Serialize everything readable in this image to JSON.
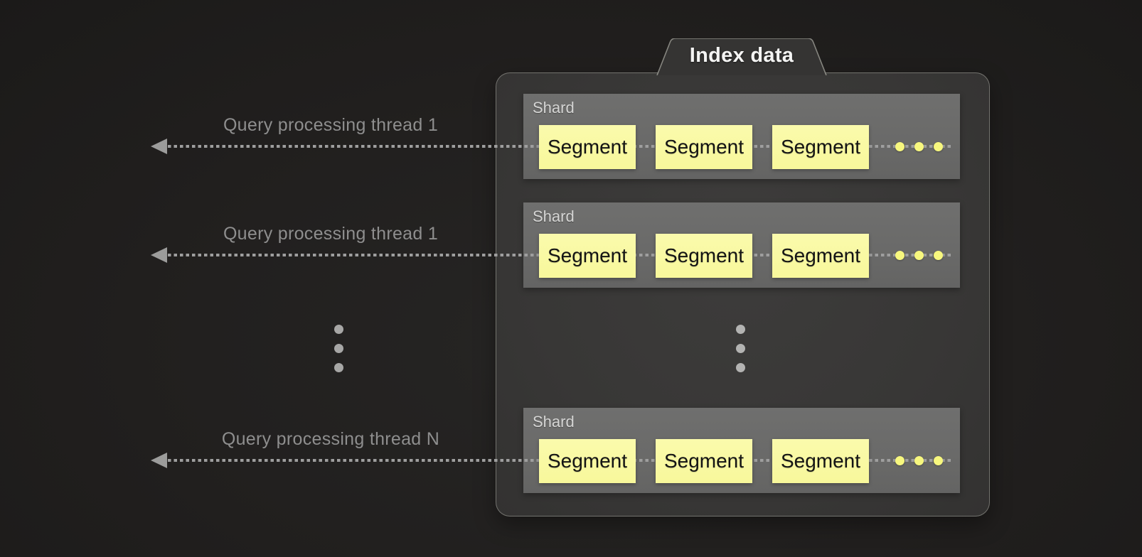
{
  "panel": {
    "tab_label": "Index data"
  },
  "threads": [
    {
      "label": "Query processing thread 1"
    },
    {
      "label": "Query processing thread 1"
    },
    {
      "label": "Query processing thread N"
    }
  ],
  "shards": [
    {
      "label": "Shard",
      "segments": [
        "Segment",
        "Segment",
        "Segment"
      ]
    },
    {
      "label": "Shard",
      "segments": [
        "Segment",
        "Segment",
        "Segment"
      ]
    },
    {
      "label": "Shard",
      "segments": [
        "Segment",
        "Segment",
        "Segment"
      ]
    }
  ],
  "colors": {
    "background": "#201F1E",
    "panel_fill": "#3A3938",
    "panel_border": "#8F8F8C",
    "shard_fill": "#6B6B6A",
    "shard_label": "#D5D5D4",
    "segment_fill": "#F8F89D",
    "segment_text": "#141414",
    "segment_more_dots": "#F7F77E",
    "arrow_line": "#9E9E9E",
    "thread_label": "#8E8E8E",
    "tab_label_text": "#F4F4F3"
  }
}
